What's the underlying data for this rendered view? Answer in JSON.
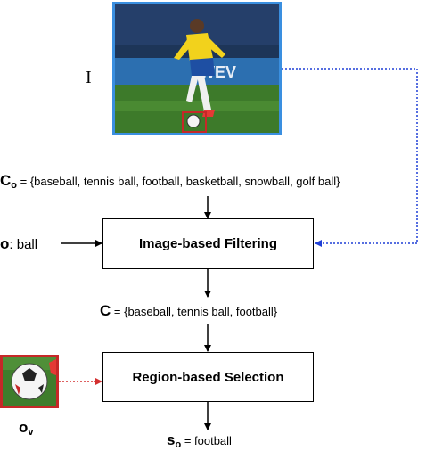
{
  "image_label": "I",
  "candidates_all": {
    "symbol": "C",
    "subscript": "o",
    "text": " = {baseball, tennis ball, football, basketball, snowball, golf ball}"
  },
  "object_query": {
    "symbol": "o",
    "text": ": ball"
  },
  "filter_box": {
    "label": "Image-based Filtering"
  },
  "candidates_filtered": {
    "symbol": "C",
    "text": " = {baseball, tennis ball, football}"
  },
  "selection_box": {
    "label": "Region-based Selection"
  },
  "region_label": {
    "symbol": "o",
    "subscript": "v"
  },
  "result": {
    "symbol": "s",
    "subscript": "o",
    "text": " = football"
  },
  "colors": {
    "photo_border": "#3a8fe0",
    "region_box": "#c62828",
    "dotted_blue": "#1f3fd6",
    "dotted_red": "#d32f2f"
  }
}
